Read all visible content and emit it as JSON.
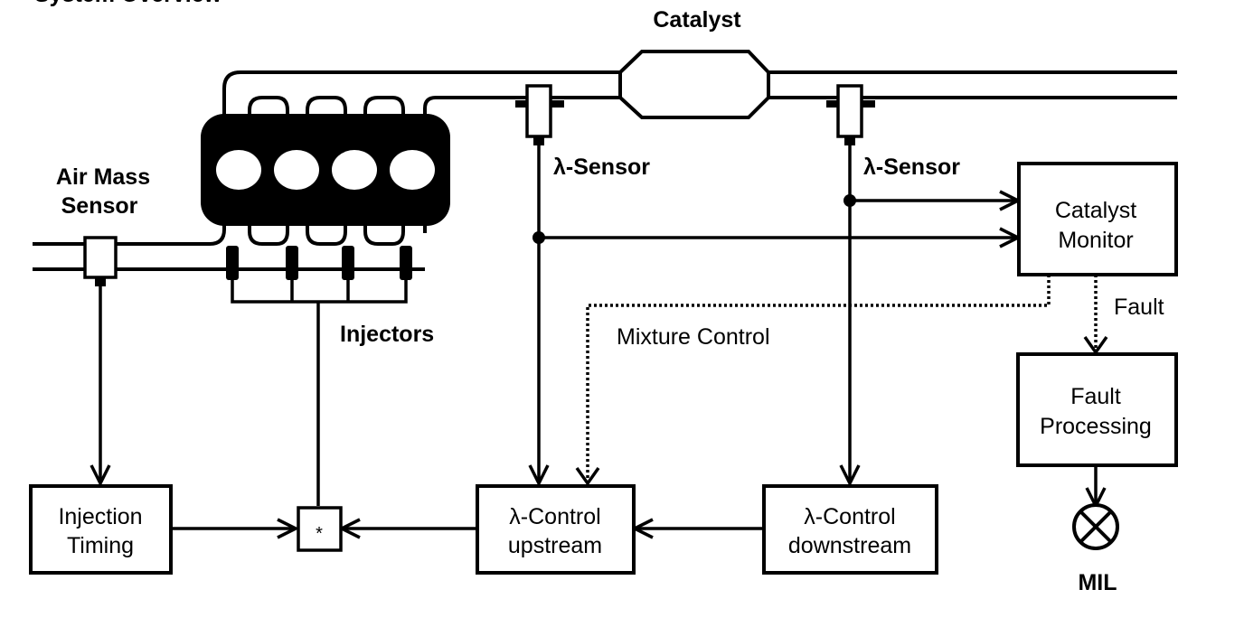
{
  "header": {
    "title": "System Overview"
  },
  "labels": {
    "catalyst": "Catalyst",
    "air_mass_line1": "Air Mass",
    "air_mass_line2": "Sensor",
    "lambda_sensor_upstream": "λ-Sensor",
    "lambda_sensor_downstream": "λ-Sensor",
    "injectors": "Injectors",
    "mixture_control": "Mixture Control",
    "fault": "Fault",
    "mil": "MIL",
    "multiply": "*"
  },
  "blocks": {
    "injection_timing": {
      "line1": "Injection",
      "line2": "Timing"
    },
    "lambda_control_upstream": {
      "line1": "λ-Control",
      "line2": "upstream"
    },
    "lambda_control_downstream": {
      "line1": "λ-Control",
      "line2": "downstream"
    },
    "catalyst_monitor": {
      "line1": "Catalyst",
      "line2": "Monitor"
    },
    "fault_processing": {
      "line1": "Fault",
      "line2": "Processing"
    }
  }
}
